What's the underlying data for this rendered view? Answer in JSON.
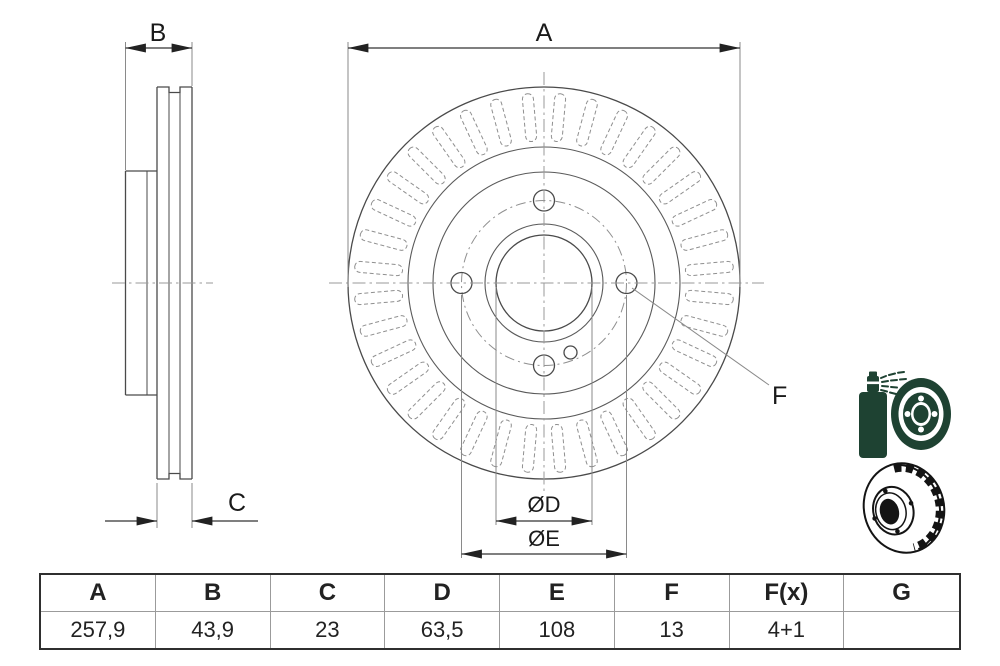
{
  "drawing": {
    "labels": {
      "a": "A",
      "b": "B",
      "c": "C",
      "diameter_d": "ØD",
      "diameter_e": "ØE",
      "f": "F"
    }
  },
  "icons": {
    "spray_coated_color": "#1e4232",
    "vented_disc_color": "#141414"
  },
  "table": {
    "headers": [
      "A",
      "B",
      "C",
      "D",
      "E",
      "F",
      "F(x)",
      "G"
    ],
    "values": [
      "257,9",
      "43,9",
      "23",
      "63,5",
      "108",
      "13",
      "4+1",
      ""
    ]
  }
}
